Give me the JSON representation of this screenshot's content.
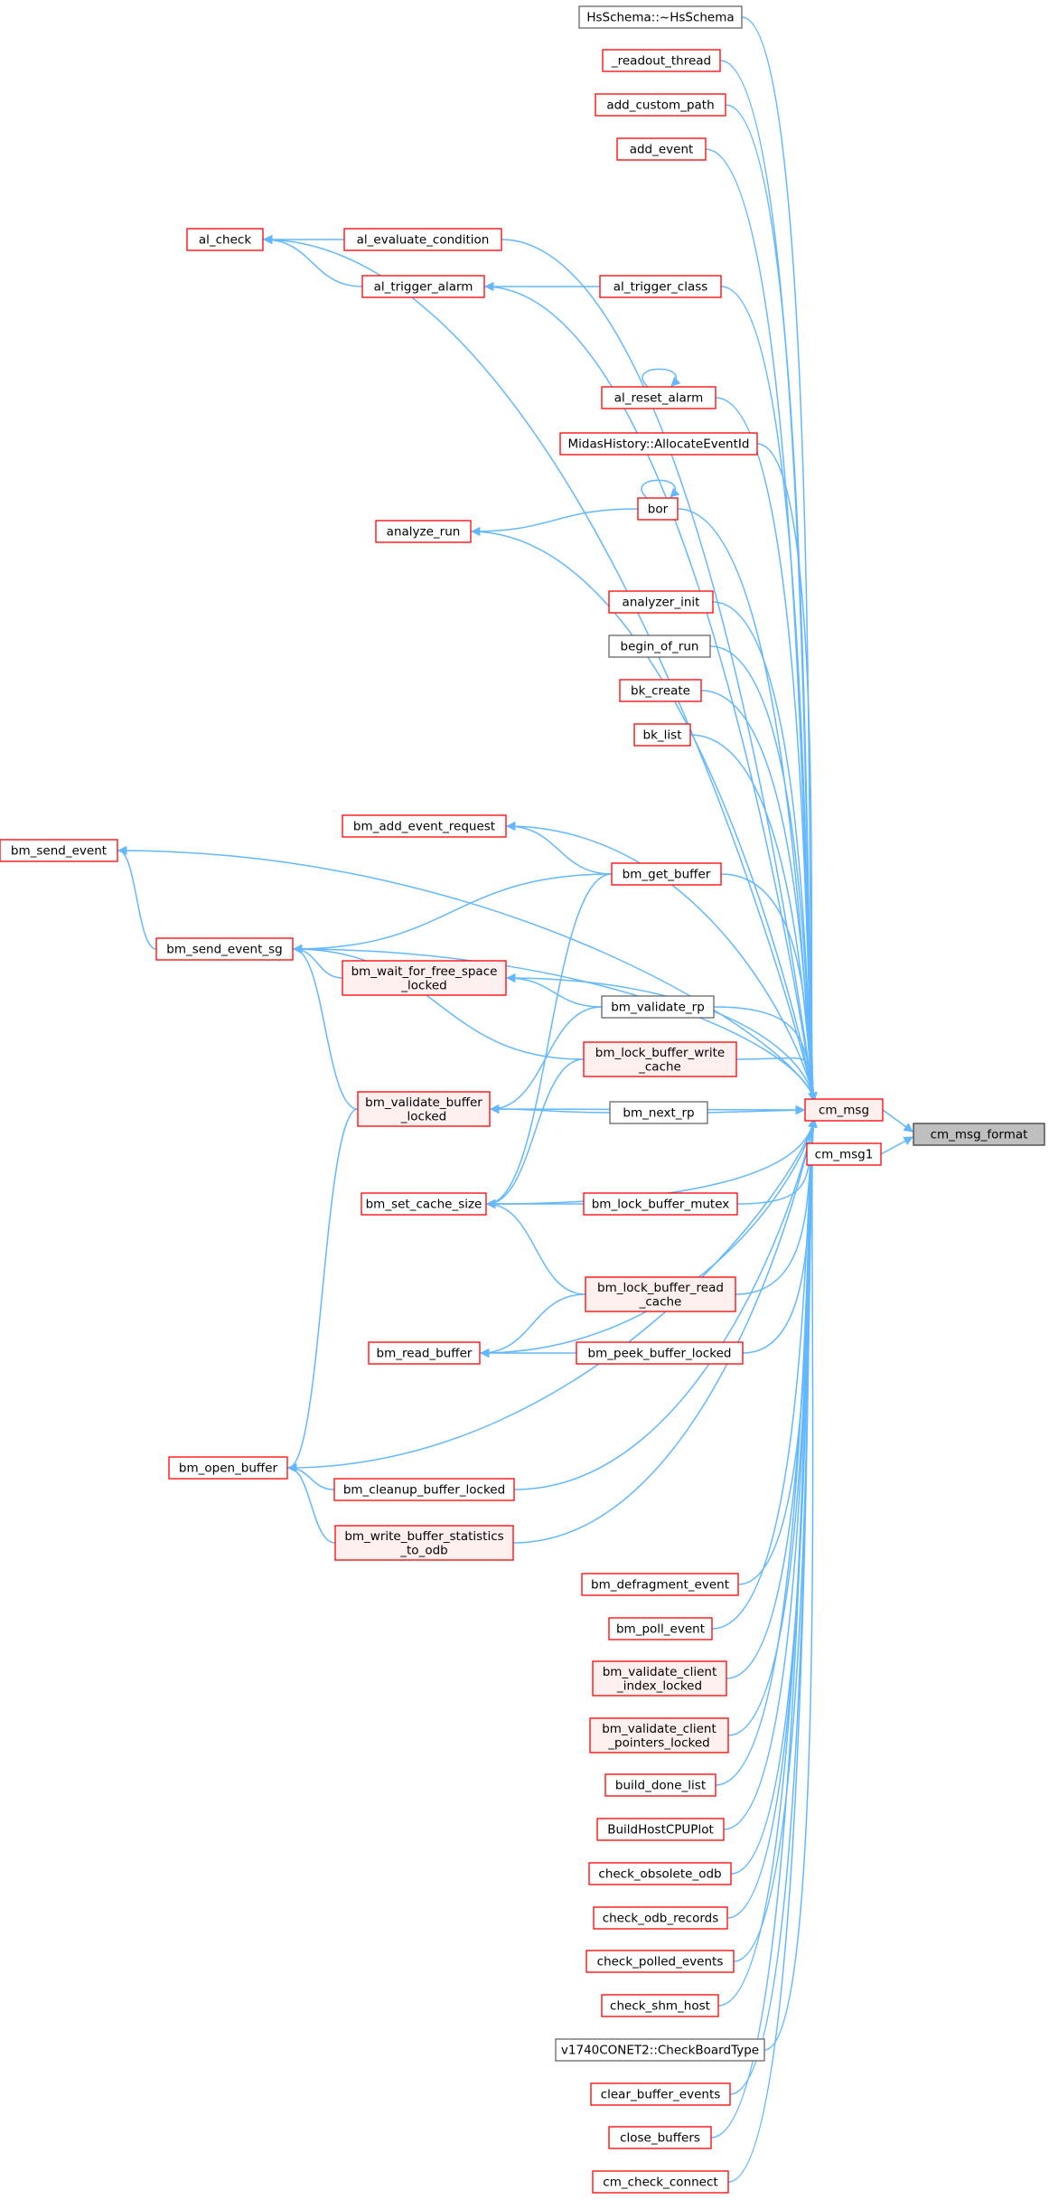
{
  "colors": {
    "edge": "#63b8ff",
    "red_border": "#ff0000",
    "red_fill": "#ffffff",
    "red_fill_expanded": "#fff0f0",
    "black_border": "#666666",
    "focus_fill": "#bfbfbf",
    "focus_border": "#404040"
  },
  "nodes": [
    {
      "id": "hsschema",
      "lines": [
        "HsSchema::~HsSchema"
      ],
      "style": "black"
    },
    {
      "id": "readout_thread",
      "lines": [
        "_readout_thread"
      ],
      "style": "red"
    },
    {
      "id": "add_custom_path",
      "lines": [
        "add_custom_path"
      ],
      "style": "red"
    },
    {
      "id": "add_event",
      "lines": [
        "add_event"
      ],
      "style": "red"
    },
    {
      "id": "al_check",
      "lines": [
        "al_check"
      ],
      "style": "red"
    },
    {
      "id": "al_evaluate_condition",
      "lines": [
        "al_evaluate_condition"
      ],
      "style": "red"
    },
    {
      "id": "al_trigger_alarm",
      "lines": [
        "al_trigger_alarm"
      ],
      "style": "red"
    },
    {
      "id": "al_trigger_class",
      "lines": [
        "al_trigger_class"
      ],
      "style": "red"
    },
    {
      "id": "al_reset_alarm",
      "lines": [
        "al_reset_alarm"
      ],
      "style": "red"
    },
    {
      "id": "allocate_event_id",
      "lines": [
        "MidasHistory::AllocateEventId"
      ],
      "style": "red"
    },
    {
      "id": "bor",
      "lines": [
        "bor"
      ],
      "style": "red"
    },
    {
      "id": "analyze_run",
      "lines": [
        "analyze_run"
      ],
      "style": "red"
    },
    {
      "id": "analyzer_init",
      "lines": [
        "analyzer_init"
      ],
      "style": "red"
    },
    {
      "id": "begin_of_run",
      "lines": [
        "begin_of_run"
      ],
      "style": "black"
    },
    {
      "id": "bk_create",
      "lines": [
        "bk_create"
      ],
      "style": "red"
    },
    {
      "id": "bk_list",
      "lines": [
        "bk_list"
      ],
      "style": "red"
    },
    {
      "id": "bm_send_event",
      "lines": [
        "bm_send_event"
      ],
      "style": "red"
    },
    {
      "id": "bm_add_event_request",
      "lines": [
        "bm_add_event_request"
      ],
      "style": "red"
    },
    {
      "id": "bm_get_buffer",
      "lines": [
        "bm_get_buffer"
      ],
      "style": "red"
    },
    {
      "id": "bm_send_event_sg",
      "lines": [
        "bm_send_event_sg"
      ],
      "style": "red"
    },
    {
      "id": "bm_wait_for_free_space_locked",
      "lines": [
        "bm_wait_for_free_space",
        "_locked"
      ],
      "style": "red2"
    },
    {
      "id": "bm_validate_rp",
      "lines": [
        "bm_validate_rp"
      ],
      "style": "black"
    },
    {
      "id": "bm_lock_buffer_write_cache",
      "lines": [
        "bm_lock_buffer_write",
        "_cache"
      ],
      "style": "red2"
    },
    {
      "id": "bm_validate_buffer_locked",
      "lines": [
        "bm_validate_buffer",
        "_locked"
      ],
      "style": "red2"
    },
    {
      "id": "bm_next_rp",
      "lines": [
        "bm_next_rp"
      ],
      "style": "black"
    },
    {
      "id": "cm_msg",
      "lines": [
        "cm_msg"
      ],
      "style": "red2"
    },
    {
      "id": "cm_msg_format",
      "lines": [
        "cm_msg_format"
      ],
      "style": "focus"
    },
    {
      "id": "cm_msg1",
      "lines": [
        "cm_msg1"
      ],
      "style": "red"
    },
    {
      "id": "bm_set_cache_size",
      "lines": [
        "bm_set_cache_size"
      ],
      "style": "red"
    },
    {
      "id": "bm_lock_buffer_mutex",
      "lines": [
        "bm_lock_buffer_mutex"
      ],
      "style": "red"
    },
    {
      "id": "bm_lock_buffer_read_cache",
      "lines": [
        "bm_lock_buffer_read",
        "_cache"
      ],
      "style": "red2"
    },
    {
      "id": "bm_read_buffer",
      "lines": [
        "bm_read_buffer"
      ],
      "style": "red"
    },
    {
      "id": "bm_peek_buffer_locked",
      "lines": [
        "bm_peek_buffer_locked"
      ],
      "style": "red"
    },
    {
      "id": "bm_open_buffer",
      "lines": [
        "bm_open_buffer"
      ],
      "style": "red"
    },
    {
      "id": "bm_cleanup_buffer_locked",
      "lines": [
        "bm_cleanup_buffer_locked"
      ],
      "style": "red"
    },
    {
      "id": "bm_write_buffer_statistics",
      "lines": [
        "bm_write_buffer_statistics",
        "_to_odb"
      ],
      "style": "red2"
    },
    {
      "id": "bm_defragment_event",
      "lines": [
        "bm_defragment_event"
      ],
      "style": "red"
    },
    {
      "id": "bm_poll_event",
      "lines": [
        "bm_poll_event"
      ],
      "style": "red"
    },
    {
      "id": "bm_validate_client_index",
      "lines": [
        "bm_validate_client",
        "_index_locked"
      ],
      "style": "red2"
    },
    {
      "id": "bm_validate_client_pointers",
      "lines": [
        "bm_validate_client",
        "_pointers_locked"
      ],
      "style": "red2"
    },
    {
      "id": "build_done_list",
      "lines": [
        "build_done_list"
      ],
      "style": "red"
    },
    {
      "id": "build_host_cpu_plot",
      "lines": [
        "BuildHostCPUPlot"
      ],
      "style": "red"
    },
    {
      "id": "check_obsolete_odb",
      "lines": [
        "check_obsolete_odb"
      ],
      "style": "red"
    },
    {
      "id": "check_odb_records",
      "lines": [
        "check_odb_records"
      ],
      "style": "red"
    },
    {
      "id": "check_polled_events",
      "lines": [
        "check_polled_events"
      ],
      "style": "red"
    },
    {
      "id": "check_shm_host",
      "lines": [
        "check_shm_host"
      ],
      "style": "red"
    },
    {
      "id": "check_board_type",
      "lines": [
        "v1740CONET2::CheckBoardType"
      ],
      "style": "black"
    },
    {
      "id": "clear_buffer_events",
      "lines": [
        "clear_buffer_events"
      ],
      "style": "red"
    },
    {
      "id": "close_buffers",
      "lines": [
        "close_buffers"
      ],
      "style": "red"
    },
    {
      "id": "cm_check_connect",
      "lines": [
        "cm_check_connect"
      ],
      "style": "red"
    }
  ],
  "edges": [
    [
      "cm_msg",
      "cm_msg_format"
    ],
    [
      "cm_msg1",
      "cm_msg_format"
    ],
    [
      "hsschema",
      "cm_msg"
    ],
    [
      "readout_thread",
      "cm_msg"
    ],
    [
      "add_custom_path",
      "cm_msg"
    ],
    [
      "add_event",
      "cm_msg"
    ],
    [
      "al_check",
      "cm_msg"
    ],
    [
      "al_evaluate_condition",
      "cm_msg"
    ],
    [
      "al_trigger_alarm",
      "cm_msg"
    ],
    [
      "al_trigger_class",
      "cm_msg"
    ],
    [
      "al_reset_alarm",
      "cm_msg"
    ],
    [
      "allocate_event_id",
      "cm_msg"
    ],
    [
      "bor",
      "cm_msg"
    ],
    [
      "analyze_run",
      "cm_msg"
    ],
    [
      "analyzer_init",
      "cm_msg"
    ],
    [
      "begin_of_run",
      "cm_msg"
    ],
    [
      "bk_create",
      "cm_msg"
    ],
    [
      "bk_list",
      "cm_msg"
    ],
    [
      "bm_send_event",
      "cm_msg"
    ],
    [
      "bm_add_event_request",
      "cm_msg"
    ],
    [
      "bm_get_buffer",
      "cm_msg"
    ],
    [
      "bm_send_event_sg",
      "cm_msg"
    ],
    [
      "bm_wait_for_free_space_locked",
      "cm_msg"
    ],
    [
      "bm_validate_rp",
      "cm_msg"
    ],
    [
      "bm_lock_buffer_write_cache",
      "cm_msg"
    ],
    [
      "bm_next_rp",
      "cm_msg"
    ],
    [
      "bm_validate_buffer_locked",
      "cm_msg"
    ],
    [
      "bm_lock_buffer_mutex",
      "cm_msg"
    ],
    [
      "bm_set_cache_size",
      "cm_msg"
    ],
    [
      "bm_lock_buffer_read_cache",
      "cm_msg"
    ],
    [
      "bm_peek_buffer_locked",
      "cm_msg"
    ],
    [
      "bm_read_buffer",
      "cm_msg"
    ],
    [
      "bm_open_buffer",
      "cm_msg"
    ],
    [
      "bm_cleanup_buffer_locked",
      "cm_msg"
    ],
    [
      "bm_write_buffer_statistics",
      "cm_msg"
    ],
    [
      "bm_defragment_event",
      "cm_msg"
    ],
    [
      "bm_poll_event",
      "cm_msg"
    ],
    [
      "bm_validate_client_index",
      "cm_msg"
    ],
    [
      "bm_validate_client_pointers",
      "cm_msg"
    ],
    [
      "build_done_list",
      "cm_msg"
    ],
    [
      "build_host_cpu_plot",
      "cm_msg"
    ],
    [
      "check_obsolete_odb",
      "cm_msg"
    ],
    [
      "check_odb_records",
      "cm_msg"
    ],
    [
      "check_polled_events",
      "cm_msg"
    ],
    [
      "check_shm_host",
      "cm_msg"
    ],
    [
      "check_board_type",
      "cm_msg"
    ],
    [
      "clear_buffer_events",
      "cm_msg"
    ],
    [
      "close_buffers",
      "cm_msg"
    ],
    [
      "cm_check_connect",
      "cm_msg"
    ],
    [
      "al_evaluate_condition",
      "al_check"
    ],
    [
      "al_trigger_alarm",
      "al_check"
    ],
    [
      "al_trigger_class",
      "al_trigger_alarm"
    ],
    [
      "al_reset_alarm",
      "al_reset_alarm"
    ],
    [
      "bor",
      "bor"
    ],
    [
      "bor",
      "analyze_run"
    ],
    [
      "bm_send_event_sg",
      "bm_send_event"
    ],
    [
      "bm_get_buffer",
      "bm_add_event_request"
    ],
    [
      "bm_get_buffer",
      "bm_send_event_sg"
    ],
    [
      "bm_wait_for_free_space_locked",
      "bm_send_event_sg"
    ],
    [
      "bm_lock_buffer_write_cache",
      "bm_send_event_sg"
    ],
    [
      "bm_validate_buffer_locked",
      "bm_send_event_sg"
    ],
    [
      "bm_validate_rp",
      "bm_wait_for_free_space_locked"
    ],
    [
      "bm_validate_rp",
      "bm_validate_buffer_locked"
    ],
    [
      "bm_next_rp",
      "bm_validate_buffer_locked"
    ],
    [
      "bm_lock_buffer_write_cache",
      "bm_set_cache_size"
    ],
    [
      "bm_get_buffer",
      "bm_set_cache_size"
    ],
    [
      "bm_lock_buffer_mutex",
      "bm_set_cache_size"
    ],
    [
      "bm_lock_buffer_read_cache",
      "bm_set_cache_size"
    ],
    [
      "bm_lock_buffer_read_cache",
      "bm_read_buffer"
    ],
    [
      "bm_peek_buffer_locked",
      "bm_read_buffer"
    ],
    [
      "bm_validate_buffer_locked",
      "bm_open_buffer"
    ],
    [
      "bm_cleanup_buffer_locked",
      "bm_open_buffer"
    ],
    [
      "bm_write_buffer_statistics",
      "bm_open_buffer"
    ]
  ]
}
